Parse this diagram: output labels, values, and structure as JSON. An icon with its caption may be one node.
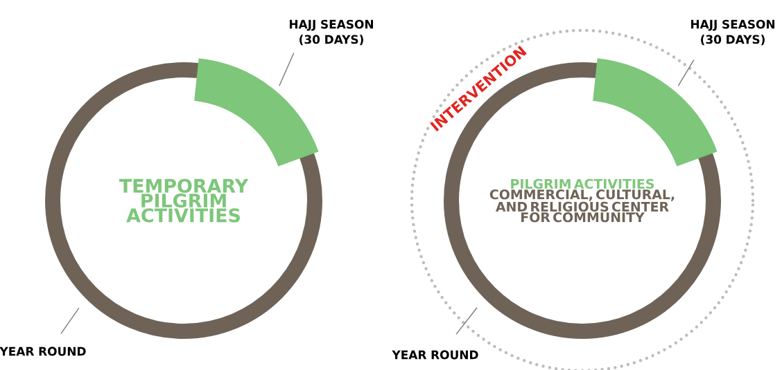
{
  "diagram": {
    "nodes": [
      {
        "text": [
          "TEMPORARY PILGRIM ACTIVITIES"
        ]
      },
      {
        "text": [],
        "shape": "arc"
      },
      {
        "text": [
          "HAJJ SEASON (30 DAYS)"
        ]
      },
      {
        "text": [
          "YEAR ROUND"
        ]
      },
      {
        "text": [
          "INTERVENTION"
        ]
      },
      {
        "text": [
          "PILGRIM ACTIVITIES",
          "COMMERCIAL, CULTURAL, AND RELIGIOUS CENTER FOR COMMUNITY"
        ],
        "in": 4
      },
      {
        "text": [],
        "shape": "arc",
        "in": 4
      },
      {
        "text": [
          "HAJJ SEASON (30 DAYS)"
        ]
      },
      {
        "text": [
          "YEAR ROUND"
        ]
      }
    ],
    "edges": [
      {
        "from": 2,
        "to": 1,
        "arrow": "none"
      },
      {
        "from": 3,
        "to": 0,
        "arrow": "none"
      },
      {
        "from": 7,
        "to": 6,
        "arrow": "none"
      },
      {
        "from": 8,
        "to": 5,
        "arrow": "none"
      }
    ]
  }
}
